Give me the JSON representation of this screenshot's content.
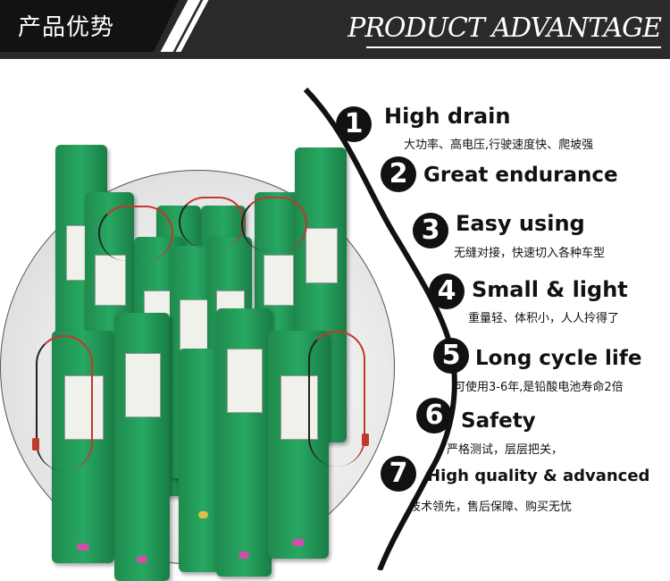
{
  "header": {
    "title_cn": "产品优势",
    "title_en": "PRODUCT ADVANTAGE"
  },
  "features": [
    {
      "number": "1",
      "title": "High drain",
      "subtitle": "大功率、高电压,行驶速度快、爬坡强"
    },
    {
      "number": "2",
      "title": "Great endurance",
      "subtitle": ""
    },
    {
      "number": "3",
      "title": "Easy using",
      "subtitle": "无缝对接，快速切入各种车型"
    },
    {
      "number": "4",
      "title": "Small & light",
      "subtitle": "重量轻、体积小，人人拎得了"
    },
    {
      "number": "5",
      "title": "Long cycle life",
      "subtitle": "可使用3-6年,是铅酸电池寿命2倍"
    },
    {
      "number": "6",
      "title": "Safety",
      "subtitle": "严格测试，层层把关，"
    },
    {
      "number": "7",
      "title": "High quality & advanced",
      "subtitle": "技术领先，售后保障、购买无忧"
    }
  ],
  "colors": {
    "header_bg": "#2a2a2a",
    "badge_bg": "#111111",
    "pack_green": "#27a862",
    "wire_red": "#c0392b"
  },
  "image": {
    "name": "lithium-battery-packs-photo"
  }
}
